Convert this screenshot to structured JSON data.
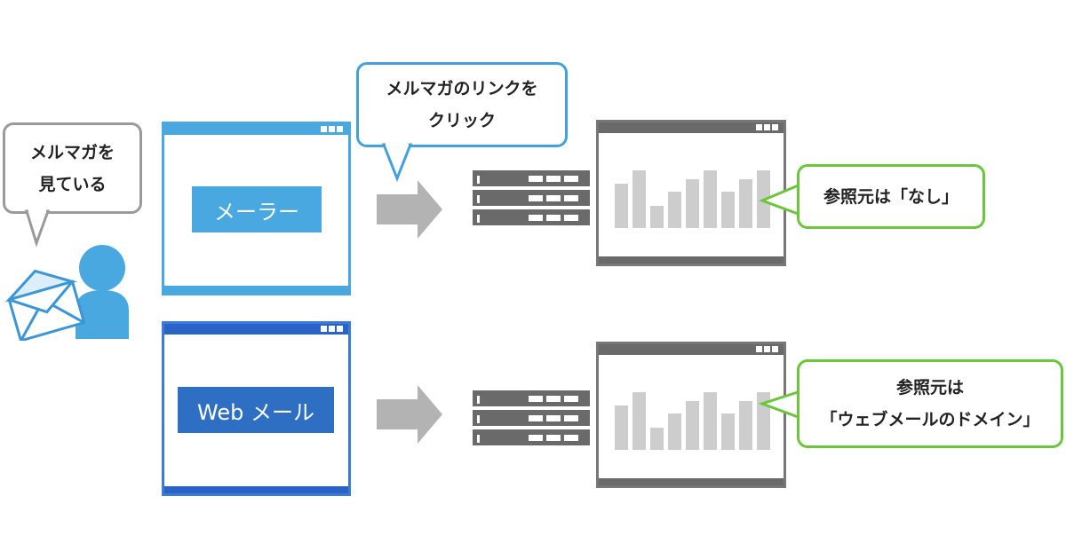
{
  "colors": {
    "user_blue": "#4aa8e0",
    "mailer_blue": "#4aa8e0",
    "webmail_blue": "#2f6fc3",
    "bubble_gray": "#9a9a9a",
    "bubble_blue": "#42a1dc",
    "bubble_green": "#6cc63b",
    "arrow_gray": "#b3b3b3",
    "server_gray": "#6a6a6a",
    "bar_gray": "#cdcdcd"
  },
  "user": {
    "bubble_lines": [
      "メルマガを",
      "見ている"
    ],
    "icon": "user-with-envelope-icon"
  },
  "click_bubble": {
    "lines": [
      "メルマガのリンクを",
      "クリック"
    ]
  },
  "rows": [
    {
      "client_label": "メーラー",
      "arrow_icon": "right-arrow-icon",
      "server_icon": "server-stack-icon",
      "chart_relative_heights": [
        0.7,
        0.9,
        0.35,
        0.57,
        0.77,
        0.9,
        0.57,
        0.77,
        0.9
      ],
      "result_lines": [
        "参照元は「なし」"
      ]
    },
    {
      "client_label": "Web メール",
      "arrow_icon": "right-arrow-icon",
      "server_icon": "server-stack-icon",
      "chart_relative_heights": [
        0.7,
        0.9,
        0.35,
        0.57,
        0.77,
        0.9,
        0.57,
        0.77,
        0.9
      ],
      "result_lines": [
        "参照元は",
        "「ウェブメールのドメイン」"
      ]
    }
  ]
}
